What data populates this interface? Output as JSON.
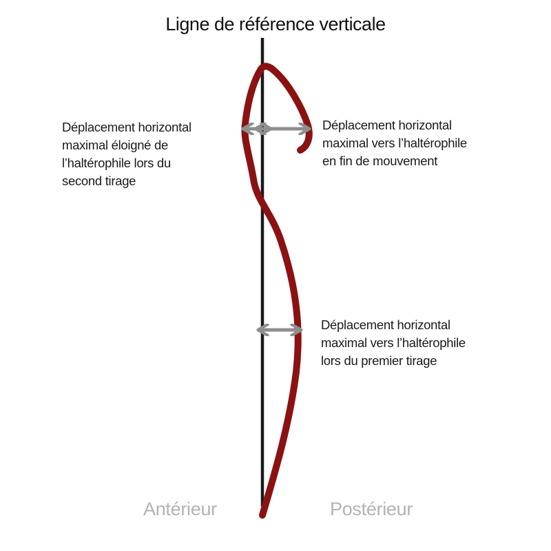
{
  "title": "Ligne de référence verticale",
  "annotations": {
    "second_pull": {
      "lines": [
        "Déplacement horizontal",
        "maximal éloigné de",
        "l’haltérophile lors du",
        "second tirage"
      ]
    },
    "end_of_movement": {
      "lines": [
        "Déplacement horizontal",
        "maximal vers l’haltérophile",
        "en fin de mouvement"
      ]
    },
    "first_pull": {
      "lines": [
        "Déplacement horizontal",
        "maximal vers l’haltérophile",
        "lors du premier tirage"
      ]
    }
  },
  "axis_labels": {
    "anterior": "Antérieur",
    "posterior": "Postérieur"
  },
  "colors": {
    "bar_path": "#8b1212",
    "reference_line": "#1a1a1a",
    "arrows": "#8e8e8e",
    "side_labels": "#b3b3b3"
  }
}
